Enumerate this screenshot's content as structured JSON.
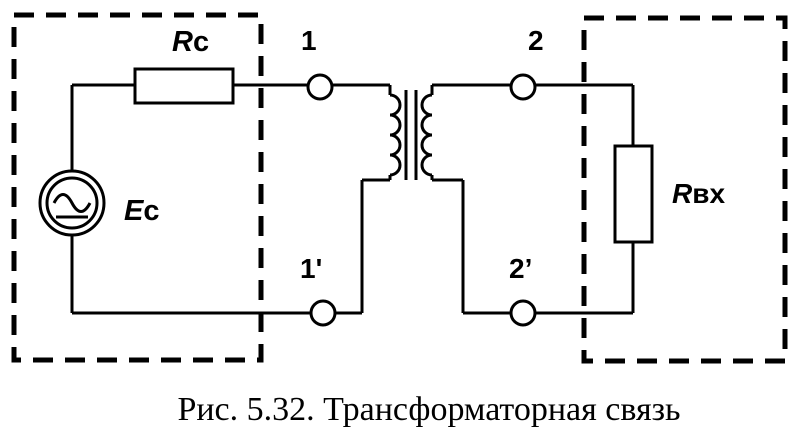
{
  "labels": {
    "rc_r": "R",
    "rc_sub": "c",
    "ec_e": "E",
    "ec_sub": "c",
    "rvx_r": "R",
    "rvx_sub": "вх",
    "t1": "1",
    "t1p": "1'",
    "t2": "2",
    "t2p": "2’"
  },
  "caption": "Рис. 5.32. Трансформаторная связь"
}
